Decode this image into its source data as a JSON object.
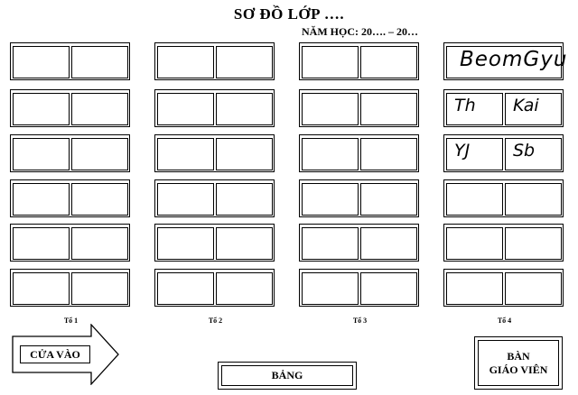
{
  "header": {
    "title": "SƠ ĐỒ LỚP ….",
    "school_year": "NĂM HỌC: 20…. – 20…"
  },
  "groups": [
    {
      "label": "Tổ 1"
    },
    {
      "label": "Tổ 2"
    },
    {
      "label": "Tổ 3"
    },
    {
      "label": "Tổ 4"
    }
  ],
  "handwritten": {
    "row1_full": "BeomGyu",
    "row2_left": "Th",
    "row2_right": "Kai",
    "row3_left": "YJ",
    "row3_right": "Sb"
  },
  "door": {
    "label": "CỬA VÀO"
  },
  "board": {
    "label": "BẢNG"
  },
  "teacher_desk": {
    "line1": "BÀN",
    "line2": "GIÁO VIÊN"
  }
}
